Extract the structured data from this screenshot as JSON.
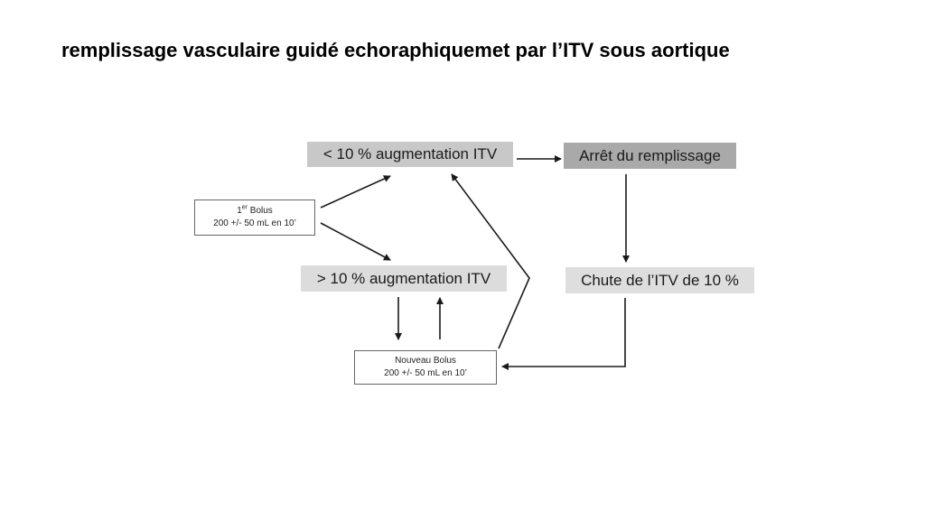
{
  "slide": {
    "title": "remplissage vasculaire guidé echoraphiquemet par l’ITV sous aortique"
  },
  "diagram": {
    "bolus1": {
      "line1_main": "1",
      "line1_sup": "er",
      "line1_rest": " Bolus",
      "line2": "200 +/- 50 mL en 10’"
    },
    "lt10": "< 10 % augmentation ITV",
    "gt10": "> 10 % augmentation ITV",
    "arret": "Arrêt du remplissage",
    "chute": "Chute de l’ITV de 10 %",
    "nouveau": {
      "line1": "Nouveau Bolus",
      "line2": "200 +/- 50 mL en 10’"
    }
  },
  "colors": {
    "arrow": "#1a1a1a",
    "box_lt10": "#c8c8c8",
    "box_arret": "#a9a9a9",
    "box_gt10": "#dcdcdc",
    "box_chute": "#dedede"
  }
}
